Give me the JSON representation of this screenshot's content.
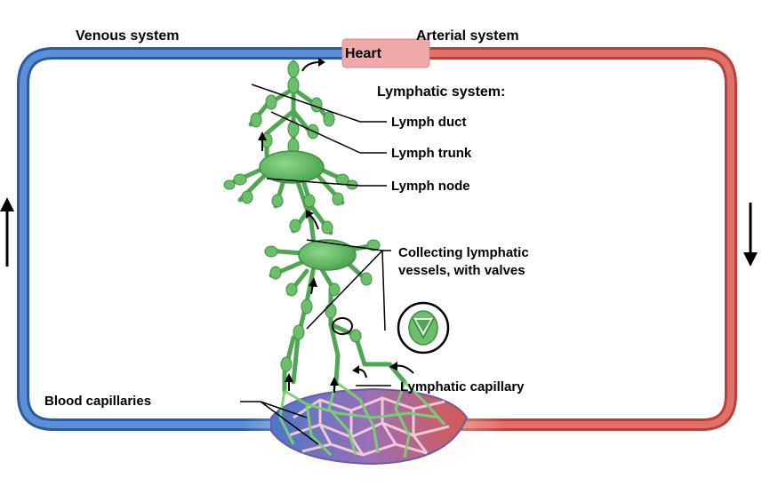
{
  "labels": {
    "venous_system": "Venous system",
    "arterial_system": "Arterial system",
    "heart": "Heart",
    "lymphatic_system": "Lymphatic system:",
    "lymph_duct": "Lymph duct",
    "lymph_trunk": "Lymph trunk",
    "lymph_node": "Lymph node",
    "collecting_line1": "Collecting lymphatic",
    "collecting_line2": "vessels, with valves",
    "lymphatic_capillary": "Lymphatic capillary",
    "blood_capillaries": "Blood capillaries"
  },
  "colors": {
    "venous": "#3f74c4",
    "arterial": "#d2554b",
    "lymph": "#6cbf6a",
    "lymph_dark": "#3f9142",
    "heart": "#f0a9a9",
    "capillary_glow": "#f3d9b8"
  },
  "flow_arrows": {
    "venous_side": "up-arrow",
    "arterial_side": "down-arrow"
  },
  "inset_icon": "valve-icon"
}
